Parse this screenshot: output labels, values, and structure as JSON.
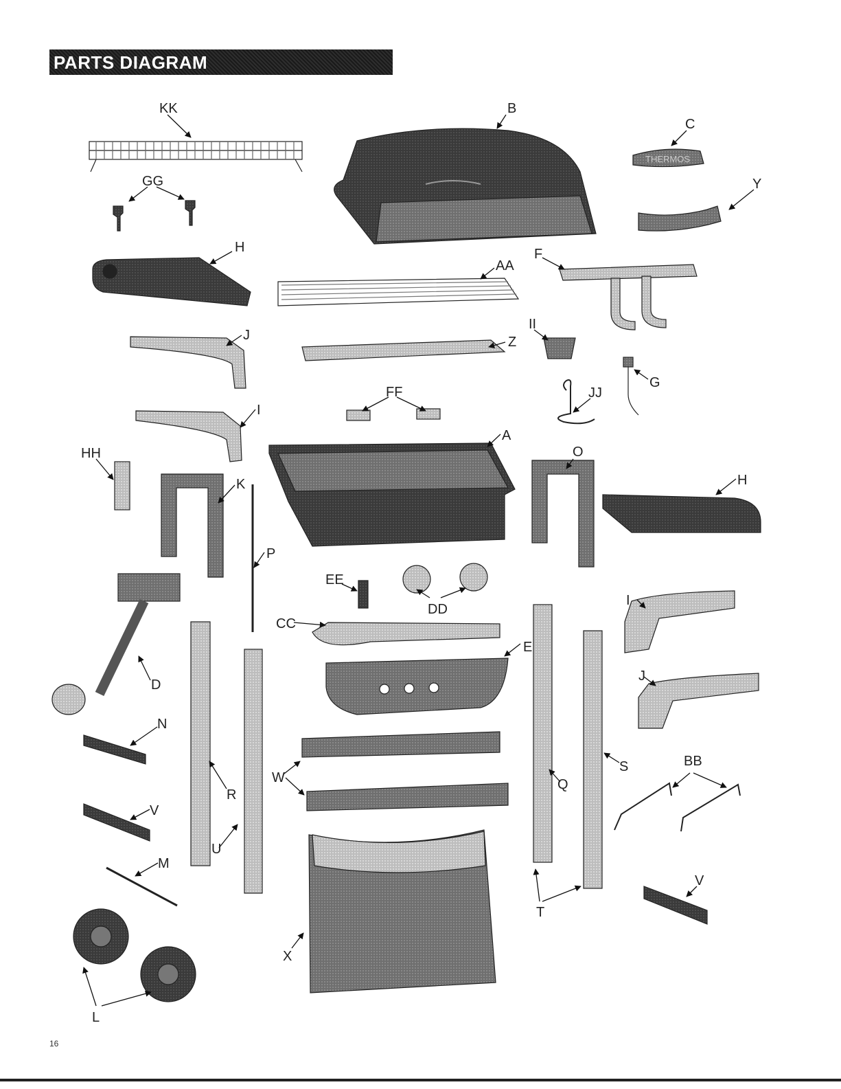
{
  "header": {
    "title": "PARTS DIAGRAM"
  },
  "page_number": "16",
  "labels": {
    "KK": "KK",
    "GG": "GG",
    "B": "B",
    "C": "C",
    "Y": "Y",
    "H": "H",
    "AA": "AA",
    "F": "F",
    "J": "J",
    "Z": "Z",
    "II": "II",
    "G": "G",
    "FF": "FF",
    "JJ": "JJ",
    "I": "I",
    "A": "A",
    "O": "O",
    "HH": "HH",
    "K": "K",
    "P": "P",
    "EE": "EE",
    "DD": "DD",
    "CC": "CC",
    "E": "E",
    "D": "D",
    "N": "N",
    "R": "R",
    "W": "W",
    "Q": "Q",
    "S": "S",
    "BB": "BB",
    "V": "V",
    "U": "U",
    "M": "M",
    "T": "T",
    "X": "X",
    "L": "L"
  },
  "brand": "THERMOS"
}
